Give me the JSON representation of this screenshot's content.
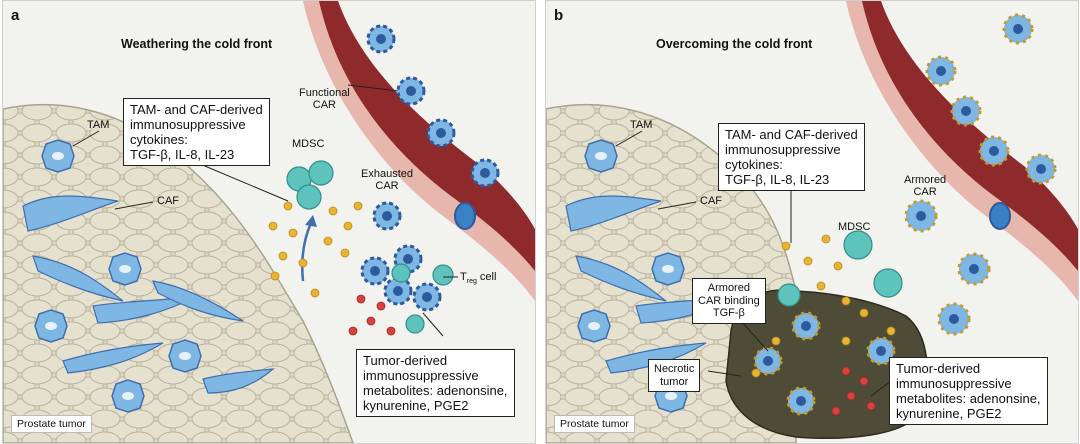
{
  "panels": [
    {
      "letter": "a",
      "title": "Weathering the cold front",
      "tumor_label": "Prostate tumor",
      "cells": {
        "tam": "TAM",
        "caf": "CAF",
        "mdsc": "MDSC",
        "functional_car": "Functional\nCAR",
        "exhausted_car": "Exhausted\nCAR",
        "treg_main": "T",
        "treg_sub": "reg",
        "treg_tail": " cell"
      },
      "cytokine_box": "TAM- and CAF-derived\nimmunosuppressive\ncytokines:\nTGF-β, IL-8, IL-23",
      "metabolite_box": "Tumor-derived\nimmunosuppressive\nmetabolites: adenonsine,\nkynurenine, PGE2"
    },
    {
      "letter": "b",
      "title": "Overcoming the cold front",
      "tumor_label": "Prostate tumor",
      "cells": {
        "tam": "TAM",
        "caf": "CAF",
        "mdsc": "MDSC",
        "armored_car": "Armored\nCAR",
        "necrotic_tumor": "Necrotic\ntumor"
      },
      "armored_box": "Armored\nCAR binding\nTGF-β",
      "cytokine_box": "TAM- and CAF-derived\nimmunosuppressive\ncytokines:\nTGF-β, IL-8, IL-23",
      "metabolite_box": "Tumor-derived\nimmunosuppressive\nmetabolites: adenonsine,\nkynurenine, PGE2"
    }
  ],
  "colors": {
    "tissue": "#ded9c6",
    "tissue_edge": "#b9b39c",
    "vessel": "#8e2a2c",
    "vessel_wall": "#e7b7ad",
    "cell_blue": "#7fb7e4",
    "cell_dark": "#2c5a9c",
    "mdsc": "#5ec3bd",
    "cytokine": "#e9b530",
    "metabolite": "#d9413f",
    "armor": "#c49a2c"
  }
}
